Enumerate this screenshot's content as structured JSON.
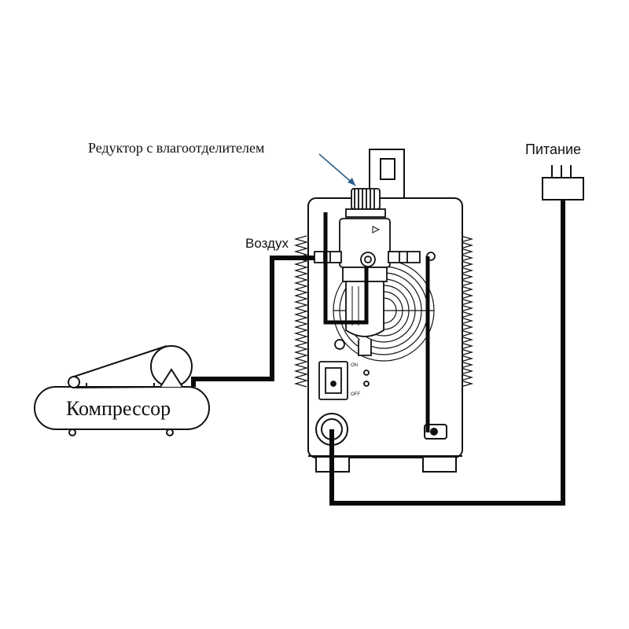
{
  "labels": {
    "regulator": "Редуктор с влагоотделителем",
    "power": "Питание",
    "air": "Воздух",
    "compressor": "Компрессор",
    "switch_on": "ON",
    "switch_off": "OFF"
  },
  "colors": {
    "line": "#111111",
    "fill": "#ffffff",
    "hose": "#0a0a0a",
    "pointer": "#2b5f8a"
  }
}
